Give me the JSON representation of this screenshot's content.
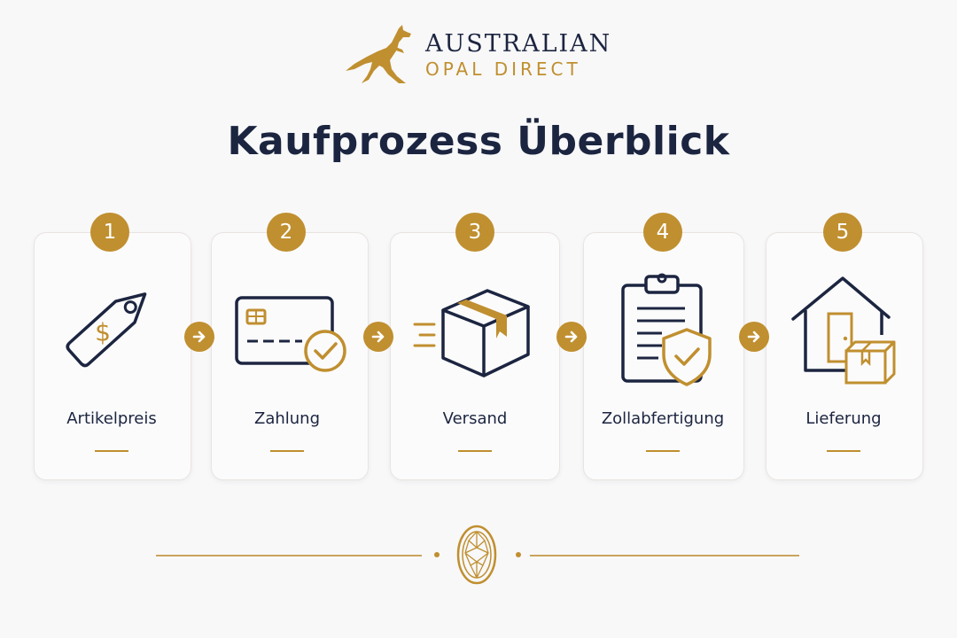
{
  "brand": {
    "line1": "AUSTRALIAN",
    "line2": "OPAL DIRECT"
  },
  "title": "Kaufprozess Überblick",
  "colors": {
    "navy": "#1c2540",
    "gold": "#c08f2f"
  },
  "steps": [
    {
      "number": "1",
      "label": "Artikelpreis",
      "icon": "price-tag-icon"
    },
    {
      "number": "2",
      "label": "Zahlung",
      "icon": "credit-card-icon"
    },
    {
      "number": "3",
      "label": "Versand",
      "icon": "shipping-box-icon"
    },
    {
      "number": "4",
      "label": "Zollabfertigung",
      "icon": "customs-clipboard-icon"
    },
    {
      "number": "5",
      "label": "Lieferung",
      "icon": "home-delivery-icon"
    }
  ]
}
